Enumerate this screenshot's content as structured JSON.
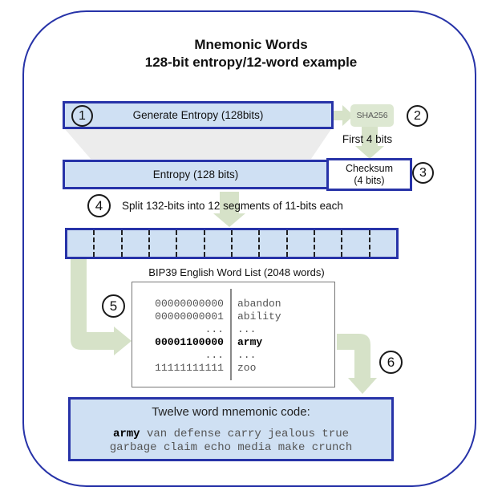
{
  "diagram_title": {
    "line1": "Mnemonic Words",
    "line2": "128-bit entropy/12-word example"
  },
  "step_markers": [
    "1",
    "2",
    "3",
    "4",
    "5",
    "6"
  ],
  "nodes": {
    "generate_entropy": "Generate Entropy (128bits)",
    "sha256": "SHA256",
    "first_4_bits": "First 4 bits",
    "entropy": "Entropy (128 bits)",
    "checksum_line1": "Checksum",
    "checksum_line2": "(4 bits)",
    "split_caption": "Split 132-bits into 12 segments of 11-bits each",
    "segment_count": 12,
    "wordlist_caption": "BIP39 English Word List (2048 words)"
  },
  "wordlist_rows": [
    {
      "bits": "00000000000",
      "word": "abandon",
      "highlight": false
    },
    {
      "bits": "00000000001",
      "word": "ability",
      "highlight": false
    },
    {
      "bits": "...",
      "word": "...",
      "highlight": false
    },
    {
      "bits": "00001100000",
      "word": "army",
      "highlight": true
    },
    {
      "bits": "...",
      "word": "...",
      "highlight": false
    },
    {
      "bits": "11111111111",
      "word": "zoo",
      "highlight": false
    }
  ],
  "mnemonic": {
    "caption": "Twelve word mnemonic code:",
    "highlight_word": "army",
    "line1_rest": " van defense carry jealous true",
    "line2": "garbage claim echo media make crunch"
  },
  "colors": {
    "frame_blue": "#2733a8",
    "box_fill_blue": "#cfe0f3",
    "arrow_green": "#d6e2c8",
    "sha_fill_green": "#dde8d2",
    "funnel_gray": "#ececec",
    "muted_text": "#555555"
  }
}
